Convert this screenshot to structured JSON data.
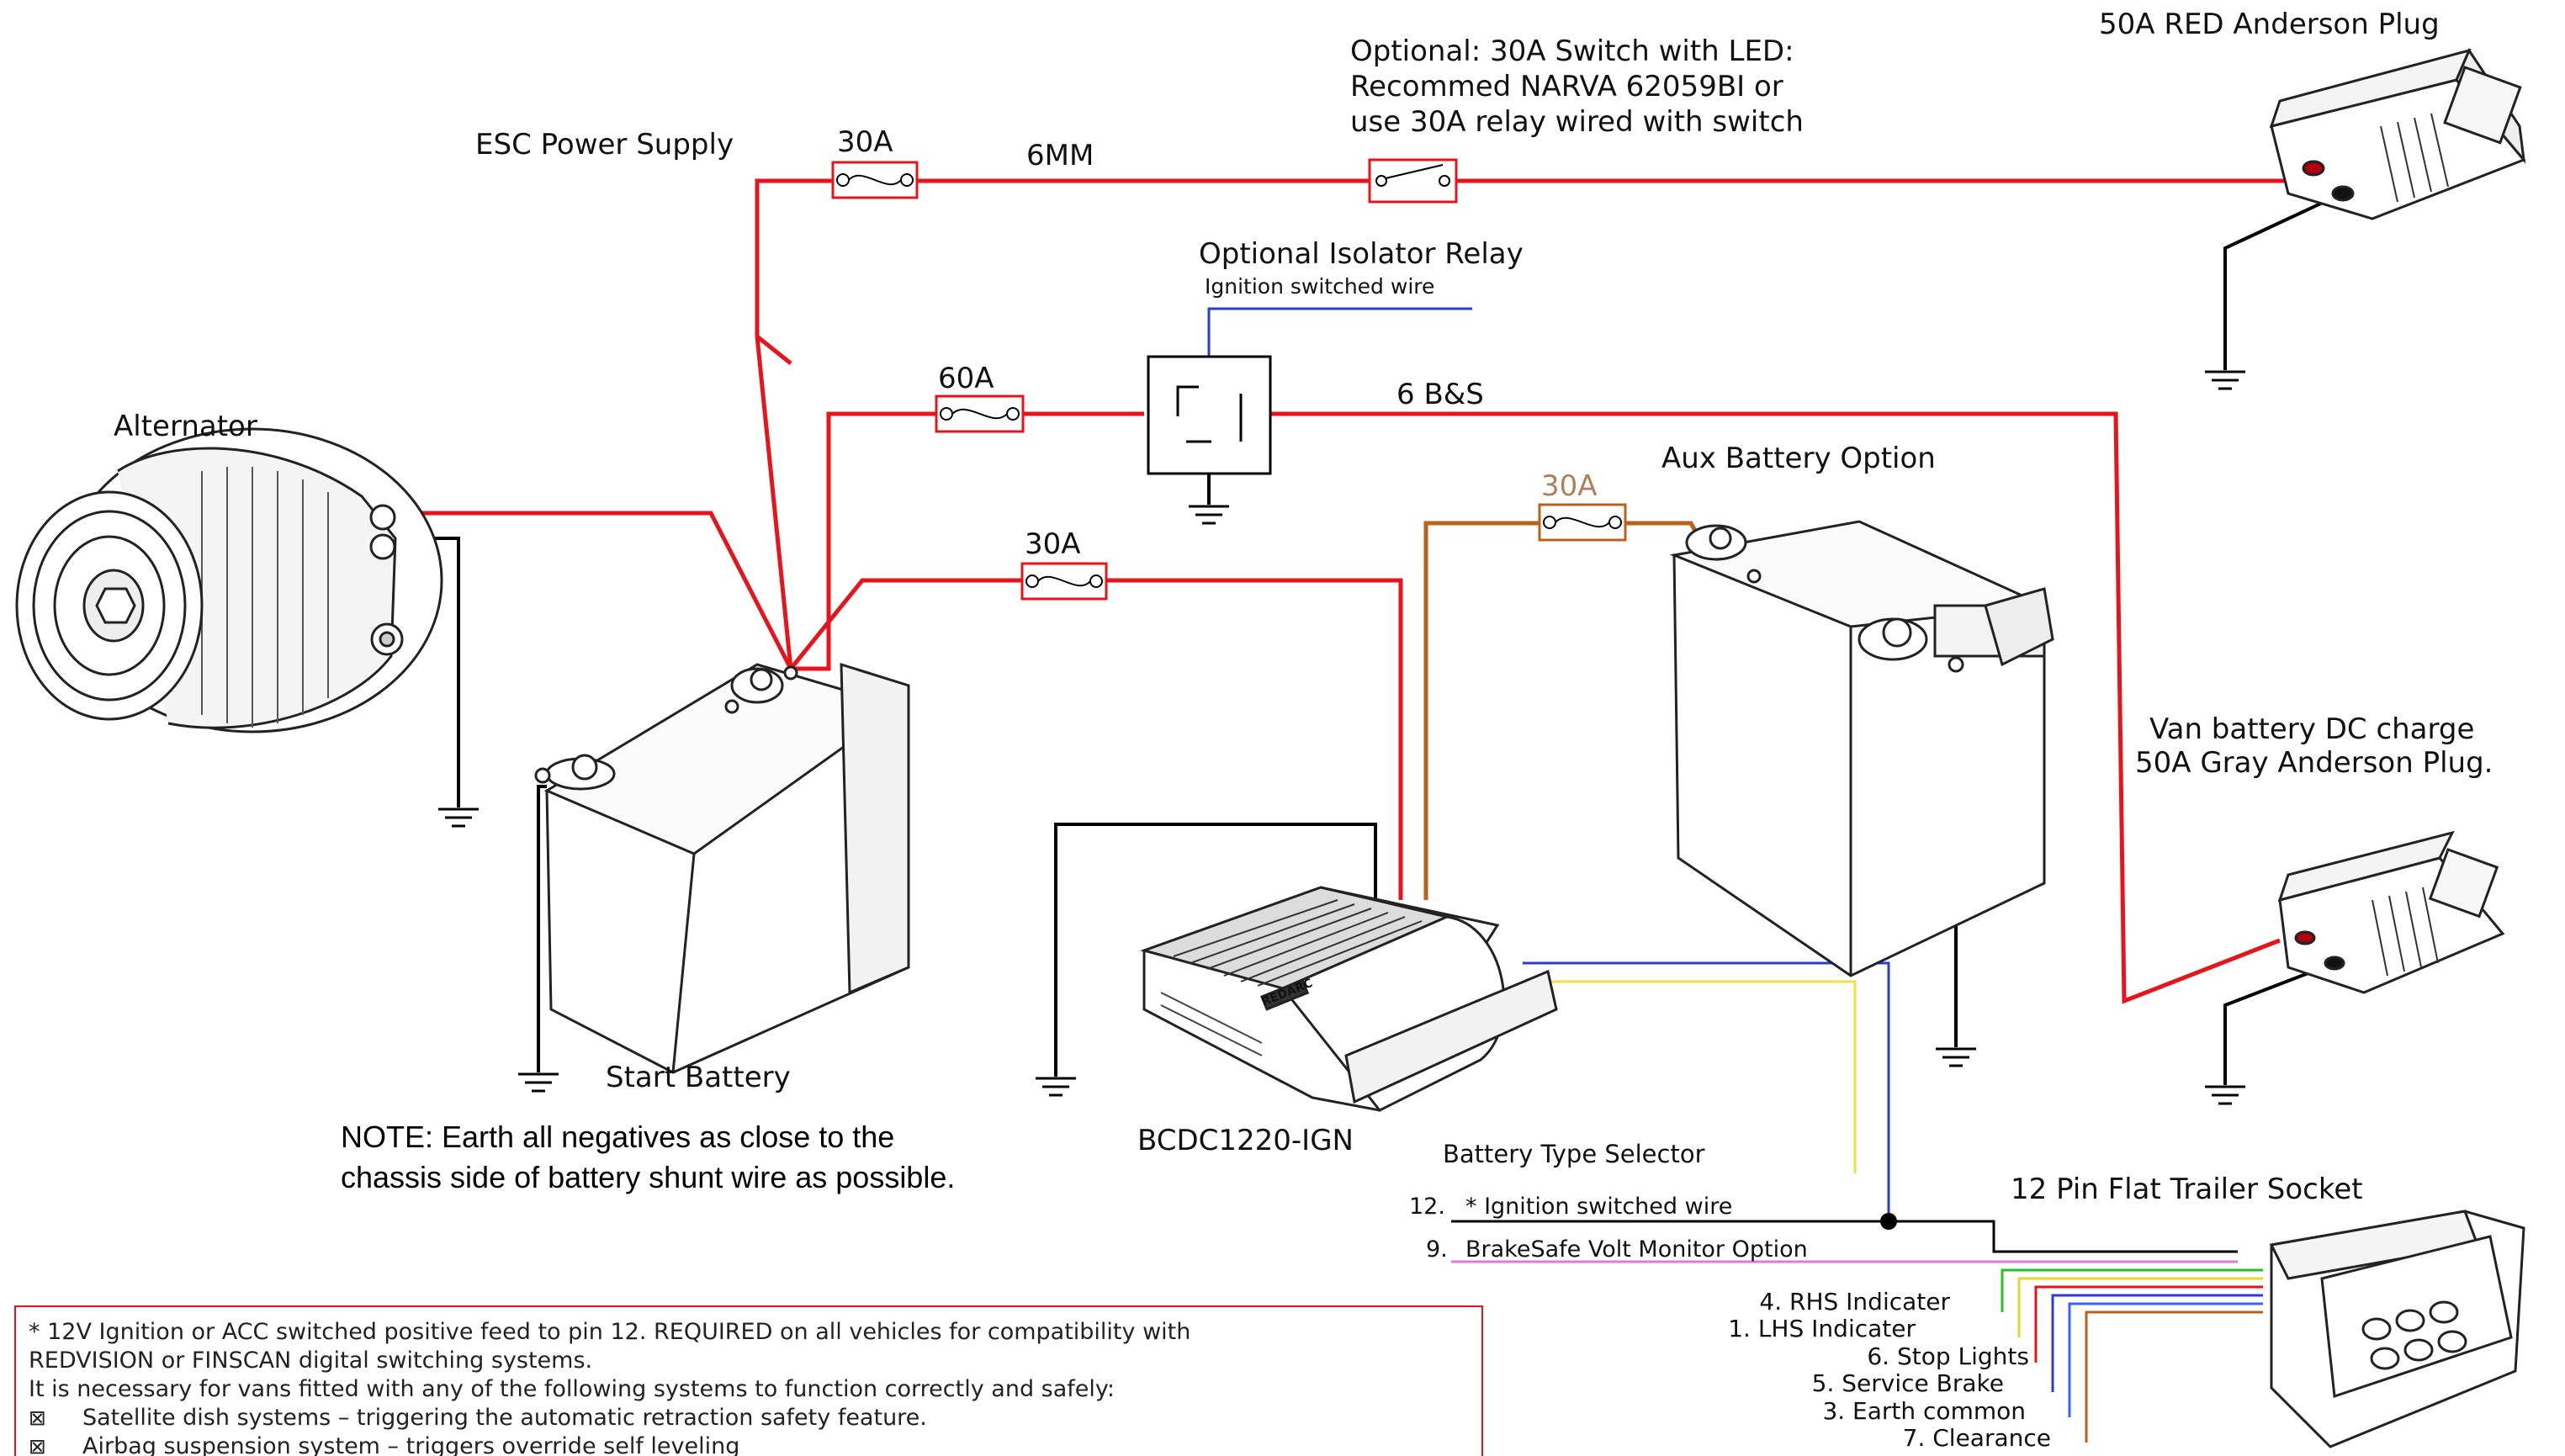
{
  "labels": {
    "esc_power_supply": "ESC Power Supply",
    "alternator": "Alternator",
    "start_battery": "Start Battery",
    "aux_battery_option": "Aux Battery Option",
    "optional_isolator_relay": "Optional Isolator Relay",
    "ignition_switched_wire": "Ignition switched wire",
    "wire_6mm": "6MM",
    "wire_6bs": "6 B&S",
    "optional_switch_line1": "Optional: 30A Switch with LED:",
    "optional_switch_line2": "Recommed NARVA 62059BI or",
    "optional_switch_line3": "use 30A relay wired with switch",
    "red_anderson_plug": "50A RED Anderson Plug",
    "van_battery_line1": "Van battery DC charge",
    "van_battery_line2": "50A Gray Anderson Plug.",
    "bcdc_model": "BCDC1220-IGN",
    "bcdc_brand": "REDARC",
    "battery_type_selector": "Battery Type Selector",
    "trailer_socket": "12 Pin Flat Trailer Socket",
    "pin12_num": "12.",
    "pin12_text": "* Ignition switched wire",
    "pin9_num": "9.",
    "pin9_text": "BrakeSafe Volt Monitor Option"
  },
  "fuses": {
    "esc": "30A",
    "relay": "60A",
    "bcdc": "30A",
    "aux": "30A"
  },
  "trailer_pins": [
    "4. RHS Indicater",
    "1. LHS Indicater",
    "6. Stop Lights",
    "5. Service Brake",
    "3. Earth common",
    "7. Clearance"
  ],
  "note": {
    "line1": "NOTE: Earth all negatives as close to the",
    "line2": "chassis side of battery shunt wire as possible."
  },
  "footnote": {
    "line1": "* 12V Ignition or ACC switched positive feed to pin 12. REQUIRED on all vehicles for compatibility with",
    "line2": "REDVISION or FINSCAN digital switching systems.",
    "line3": "It is necessary for vans fitted with any of the following systems to function correctly and safely:",
    "bullet1": "Satellite dish systems – triggering the automatic retraction safety feature.",
    "bullet2": "Airbag suspension system – triggers override self leveling",
    "bullet_glyph": "⊠"
  },
  "colors": {
    "positive_wire": "#e8141c",
    "earth_wire": "#000000",
    "ignition_wire": "#2b3ccf",
    "aux_wire": "#b8621b",
    "selector_wire": "#f0e040",
    "fuse_box": "#e8141c",
    "aux_fuse_box": "#b8621b"
  }
}
